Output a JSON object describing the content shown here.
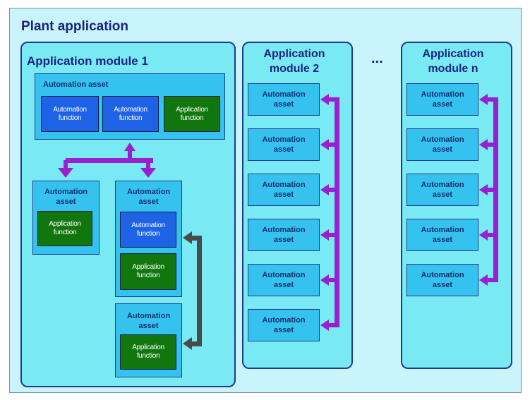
{
  "plant": {
    "title": "Plant application"
  },
  "module1": {
    "title": "Application module 1",
    "top_asset": {
      "label": "Automation asset",
      "functions": [
        "Automation\nfunction",
        "Automation\nfunction",
        "Application\nfunction"
      ]
    },
    "left_asset": {
      "label": "Automation\nasset",
      "function": "Application\nfunction"
    },
    "mid_asset": {
      "label": "Automation\nasset",
      "functions": [
        "Automation\nfunction",
        "Application\nfunction"
      ]
    },
    "bottom_asset": {
      "label": "Automation\nasset",
      "function": "Application\nfunction"
    }
  },
  "module2": {
    "title": "Application\nmodule 2",
    "assets": [
      "Automation\nasset",
      "Automation\nasset",
      "Automation\nasset",
      "Automation\nasset",
      "Automation\nasset",
      "Automation\nasset"
    ]
  },
  "ellipsis": "...",
  "modulen": {
    "title": "Application\nmodule n",
    "assets": [
      "Automation\nasset",
      "Automation\nasset",
      "Automation\nasset",
      "Automation\nasset",
      "Automation\nasset"
    ]
  },
  "colors": {
    "plant_bg": "#c9f4fb",
    "module_bg": "#79e9f3",
    "asset_bg": "#35c2ee",
    "automation_function": "#1e63e6",
    "application_function": "#12760f",
    "arrow_purple": "#9a1fcf",
    "arrow_gray": "#4a4a4a",
    "title_text": "#1a237e"
  }
}
